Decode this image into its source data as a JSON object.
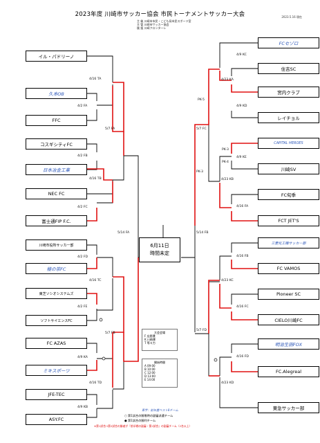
{
  "header": {
    "title": "2023年度 川崎市サッカー協会 市民トーナメントサッカー大会",
    "date": "2023.5.16 現在",
    "organizers": [
      "主 催 川崎市市民・こども局市民スポーツ室",
      "主 管 川崎市サッカー協会",
      "後 援 川崎フロンターレ"
    ]
  },
  "teams": {
    "left": [
      "イル・パドリーノ",
      "久本OB",
      "FFC",
      "コスギシティFC",
      "日本冶金工業",
      "NEC FC",
      "富士通FIP F.C.",
      "川崎市役所サッカー部",
      "極の茶FC",
      "東芝ソシオシステムズ",
      "ソフトサイエンスFC",
      "FC AZAS",
      "ミキスポーツ",
      "JFE-TEC",
      "ASY.FC"
    ],
    "right": [
      "FCセゾロ",
      "住吉SC",
      "宮内クラブ",
      "レイチョル",
      "CAPITAL HEROES",
      "川崎SV",
      "FC旬季",
      "FCT JET'S",
      "三菱化工機サッカー部",
      "FC VAMOS",
      "Pioneer SC",
      "CIELO川崎FC",
      "明治生田FOX",
      "FC.Alegreal",
      "東急サッカー部"
    ]
  },
  "matches": {
    "l_4_16_ta": "4/16 TA",
    "l_4_2_fa": "4/2 FA",
    "l_5_7_fa": "5/7 FA",
    "l_4_2_fb": "4/2 FB",
    "l_4_16_tb": "4/16 TB",
    "l_4_2_fc": "4/2 FC",
    "l_5_14_fa": "5/14 FA",
    "l_4_2_fd": "4/2 FD",
    "l_4_16_tc": "4/16 TC",
    "l_4_2_fe": "4/2 FE",
    "l_5_7_fb": "5/7 FB",
    "l_4_9_ka": "4/9 KA",
    "l_4_16_td": "4/16 TD",
    "l_4_9_kb": "4/9 KB",
    "r_4_9_kc": "4/9 KC",
    "r_4_23_ka": "4/23 KA",
    "r_4_9_kd": "4/9 KD",
    "r_5_7_fc": "5/7 FC",
    "r_4_9_ke": "4/9 KE",
    "r_4_23_kb": "4/23 KB",
    "r_4_16_fa": "4/16 FA",
    "r_5_14_fb": "5/14 FB",
    "r_4_16_fb": "4/16 FB",
    "r_4_23_kc": "4/23 KC",
    "r_4_16_fc": "4/16 FC",
    "r_5_7_fd": "5/7 FD",
    "r_4_16_fd": "4/16 FD",
    "r_4_23_kd": "4/23 KD",
    "r_pk5a": "PK-5",
    "r_pk3": "PK-3",
    "r_pk3b": "PK-3",
    "r_pk4": "PK-4"
  },
  "final": {
    "date": "6月11日",
    "time": "時間未定"
  },
  "venue_box": {
    "title": "大会会場",
    "lines": [
      "F 広野運",
      "K 川崎運",
      "T 等々力"
    ]
  },
  "time_box": {
    "title": "開始時間",
    "lines": [
      "A  09:00",
      "B  10:00",
      "C  12:00",
      "D  13:00",
      "E  14:00"
    ]
  },
  "legend": {
    "line1": "青字：前年度ベスト8チーム",
    "line2": "○ 第1試合の勝敗時の副審派遣チーム",
    "line3": "● 第1試合の勝利チーム",
    "line4": "※第1試合→第2試合の勝者が『前半戦の副審・第2試合』の副審チーム（2名以上）"
  },
  "colors": {
    "win": "#e01010",
    "line": "#000000",
    "seed": "#2a55b8"
  }
}
